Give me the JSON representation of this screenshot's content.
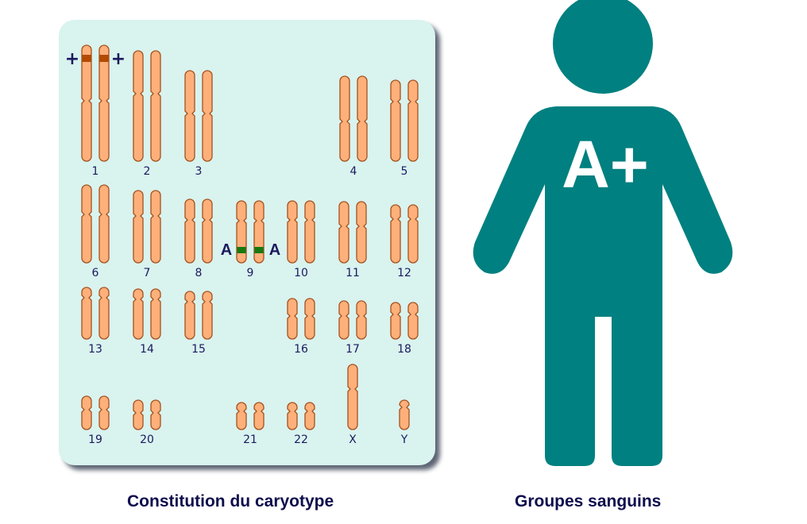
{
  "karyotype": {
    "labels": [
      "1",
      "2",
      "3",
      "4",
      "5",
      "6",
      "7",
      "8",
      "9",
      "10",
      "11",
      "12",
      "13",
      "14",
      "15",
      "16",
      "17",
      "18",
      "19",
      "20",
      "21",
      "22",
      "X",
      "Y"
    ],
    "marker_rh": "+",
    "marker_abo": "A",
    "colors": {
      "panel": "#d9f3ef",
      "chromosome": "#ffb07a",
      "outline": "#a4521e",
      "rh_band": "#b34a00",
      "abo_band": "#157a10",
      "label": "#1a1a5e"
    }
  },
  "person": {
    "blood_group": "A+",
    "color": "#008080"
  },
  "captions": {
    "left": "Constitution du caryotype",
    "right": "Groupes sanguins"
  }
}
